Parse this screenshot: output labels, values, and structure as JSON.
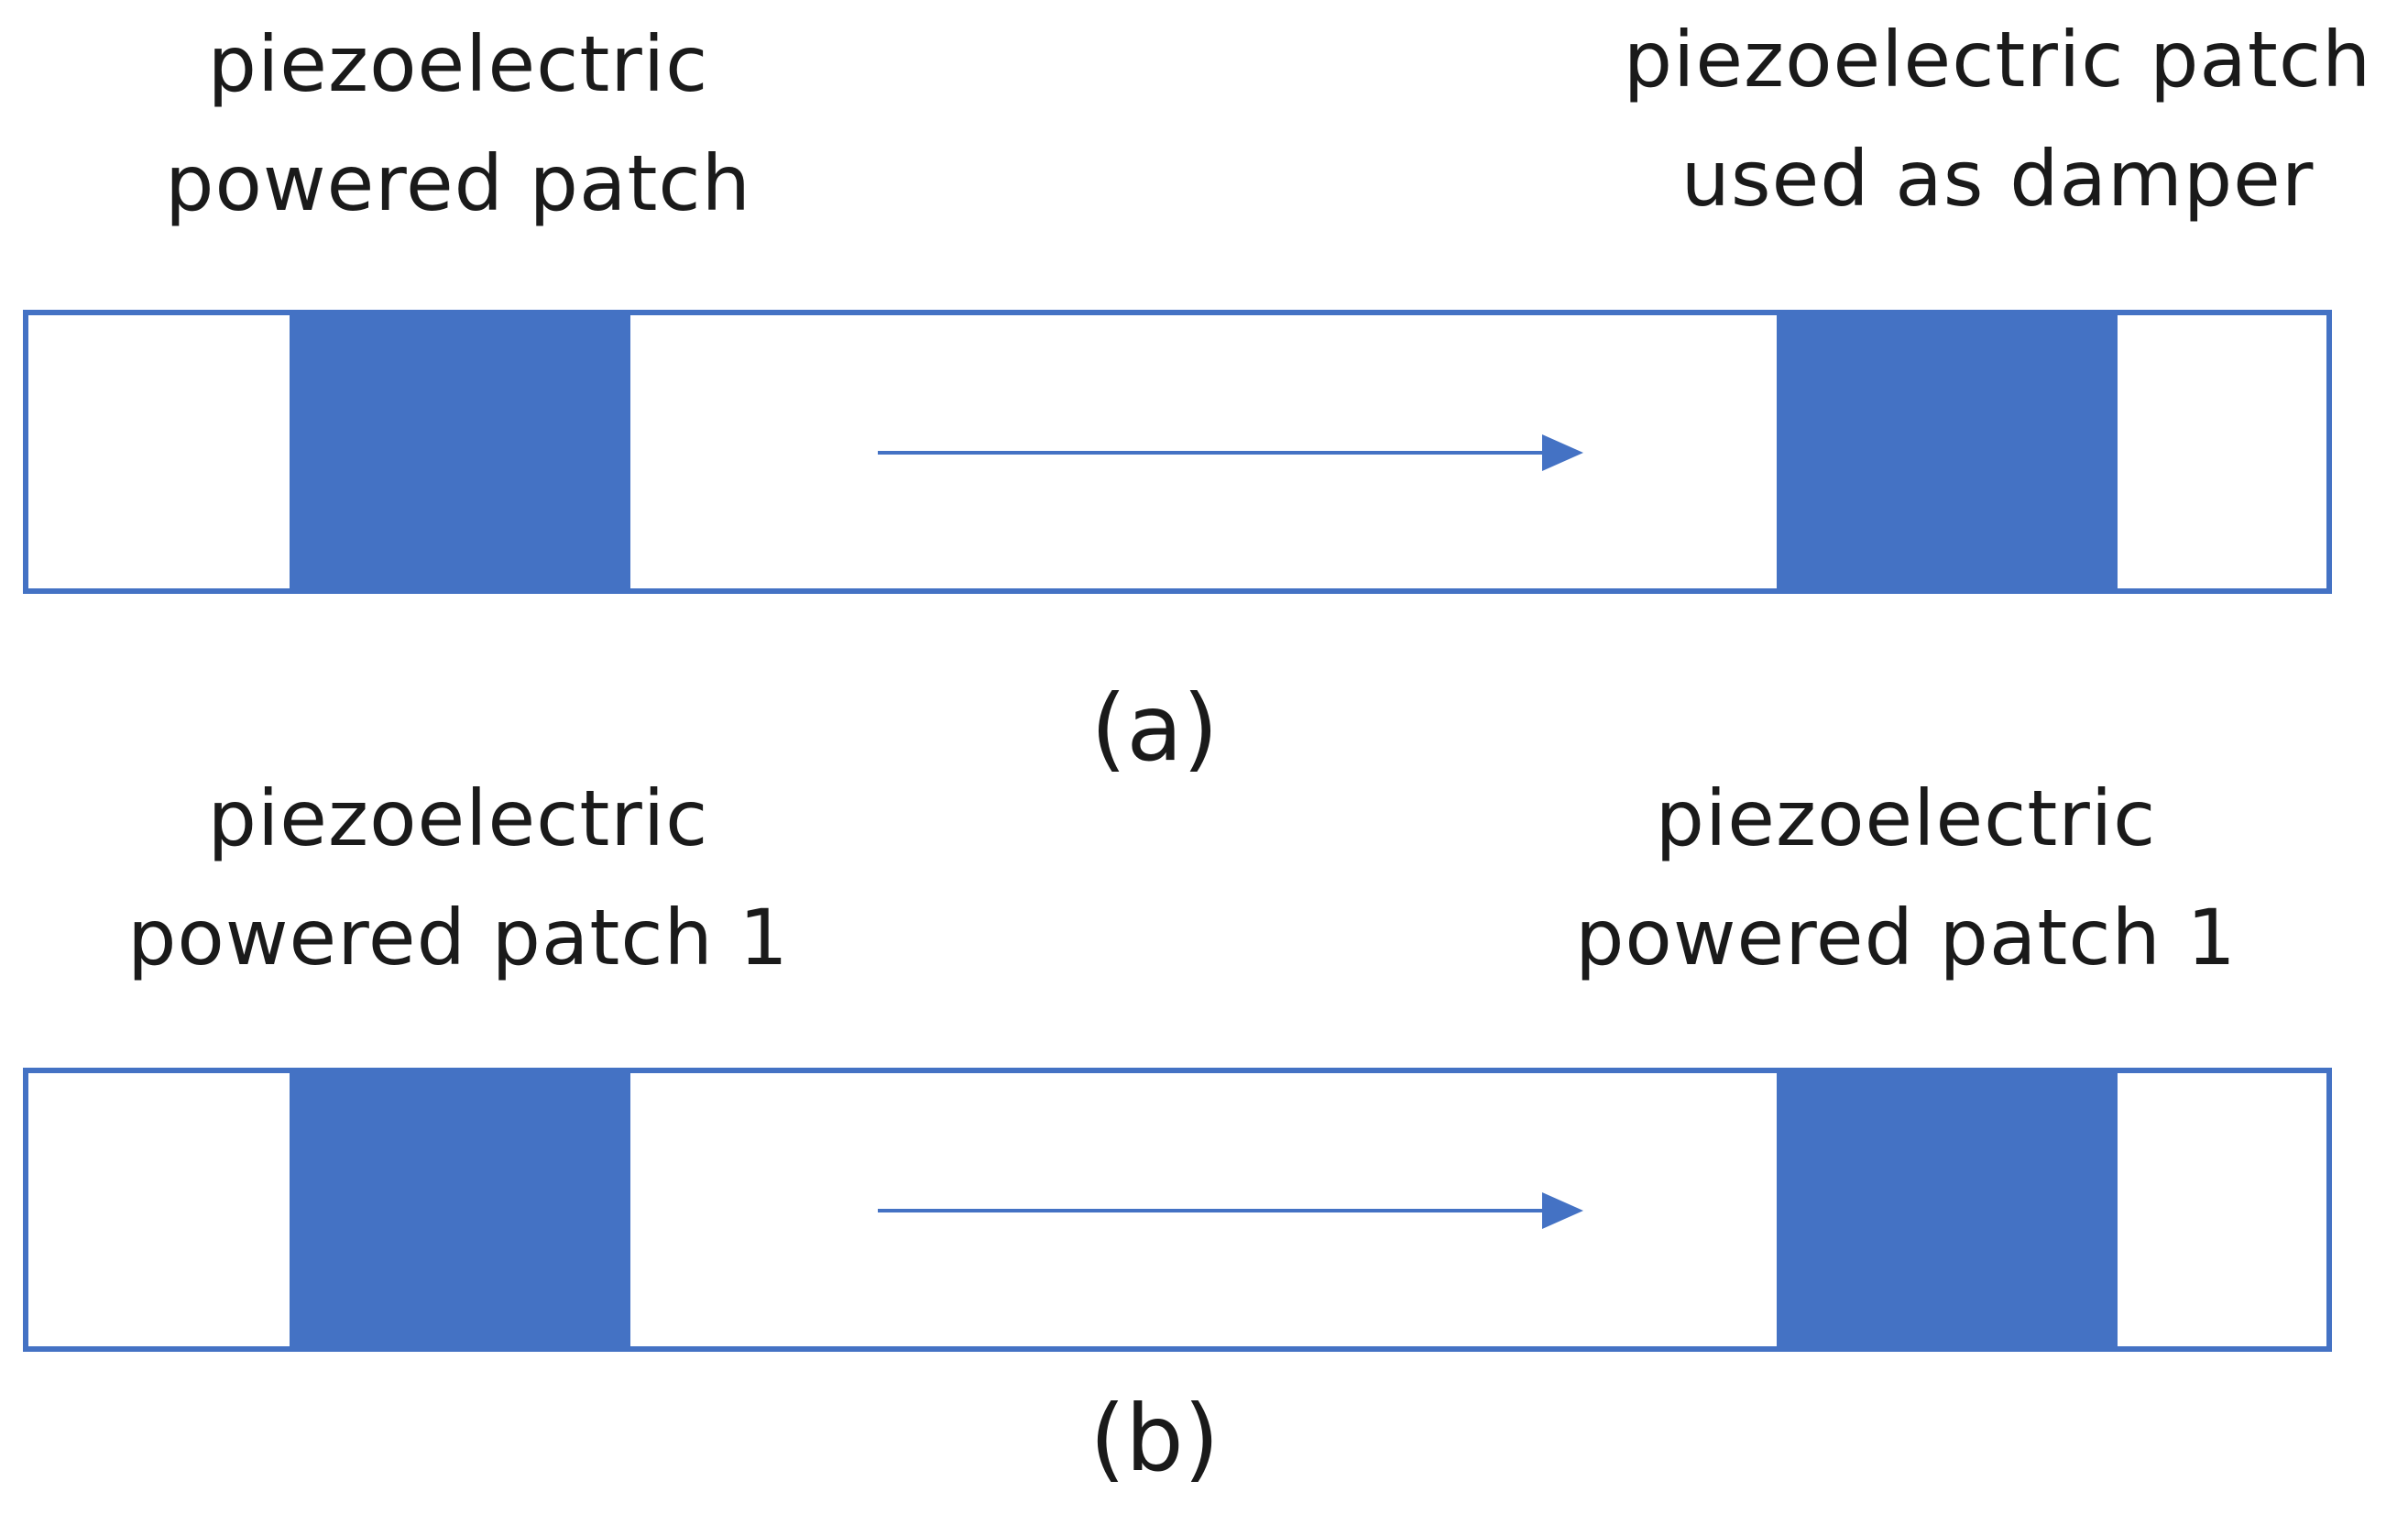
{
  "diagrams": [
    {
      "caption": "(a)",
      "left_label": [
        "piezoelectric",
        "powered patch"
      ],
      "right_label": [
        "piezoelectric patch",
        "used as damper"
      ]
    },
    {
      "caption": "(b)",
      "left_label": [
        "piezoelectric",
        "powered patch 1"
      ],
      "right_label": [
        "piezoelectric",
        "powered patch 1"
      ]
    }
  ],
  "colors": {
    "patch": "#4472C4",
    "beam_border": "#4472C4",
    "arrow": "#4472C4",
    "text": "#1a1a1a"
  }
}
